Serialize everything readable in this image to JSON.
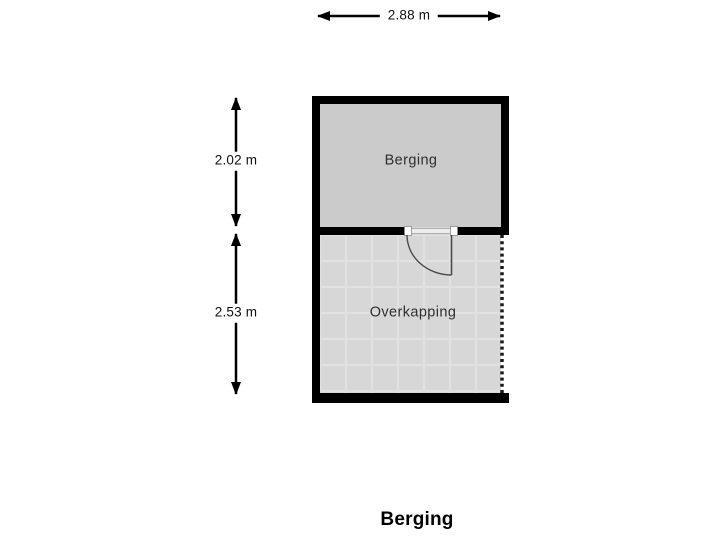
{
  "page": {
    "background": "#ffffff"
  },
  "floorplan": {
    "title": "Berging",
    "rooms": [
      {
        "name": "Berging"
      },
      {
        "name": "Overkapping"
      }
    ],
    "dimensions": {
      "total_width": "2.88 m",
      "berging_depth": "2.02 m",
      "overkapping_depth": "2.53 m"
    },
    "colors": {
      "wall": "#000000",
      "berging_floor": "#cbcbcb",
      "overkapping_floor": "#d7d7d7",
      "tile_seam": "#e1e1e1",
      "door": "#4a4a4a",
      "dimension": "#000000",
      "room_label": "#2e2e2e"
    }
  }
}
